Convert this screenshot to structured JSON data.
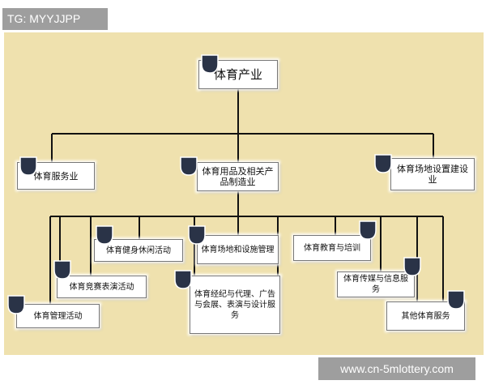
{
  "watermark_tag": "TG: MYYJJPP",
  "footer_url": "www.cn-5mlottery.com",
  "colors": {
    "background": "#efe1ae",
    "node_fill": "#ffffff",
    "tab_icon": "#2a3347",
    "line": "#111111",
    "label_bg": "#9e9e9e"
  },
  "diagram": {
    "root": "体育产业",
    "level1": {
      "service": "体育服务业",
      "products": "体育用品及相关产品制造业",
      "venues": "体育场地设置建设业"
    },
    "level2": {
      "fitness": "体育健身休闲活动",
      "venue_mgmt": "体育场地和设施管理",
      "education": "体育教育与培训",
      "competition": "体育竞赛表演活动",
      "brokerage": "体育经纪与代理、广告与会展、表演与设计服务",
      "media": "体育传媒与信息服务",
      "management": "体育管理活动",
      "other": "其他体育服务"
    }
  }
}
